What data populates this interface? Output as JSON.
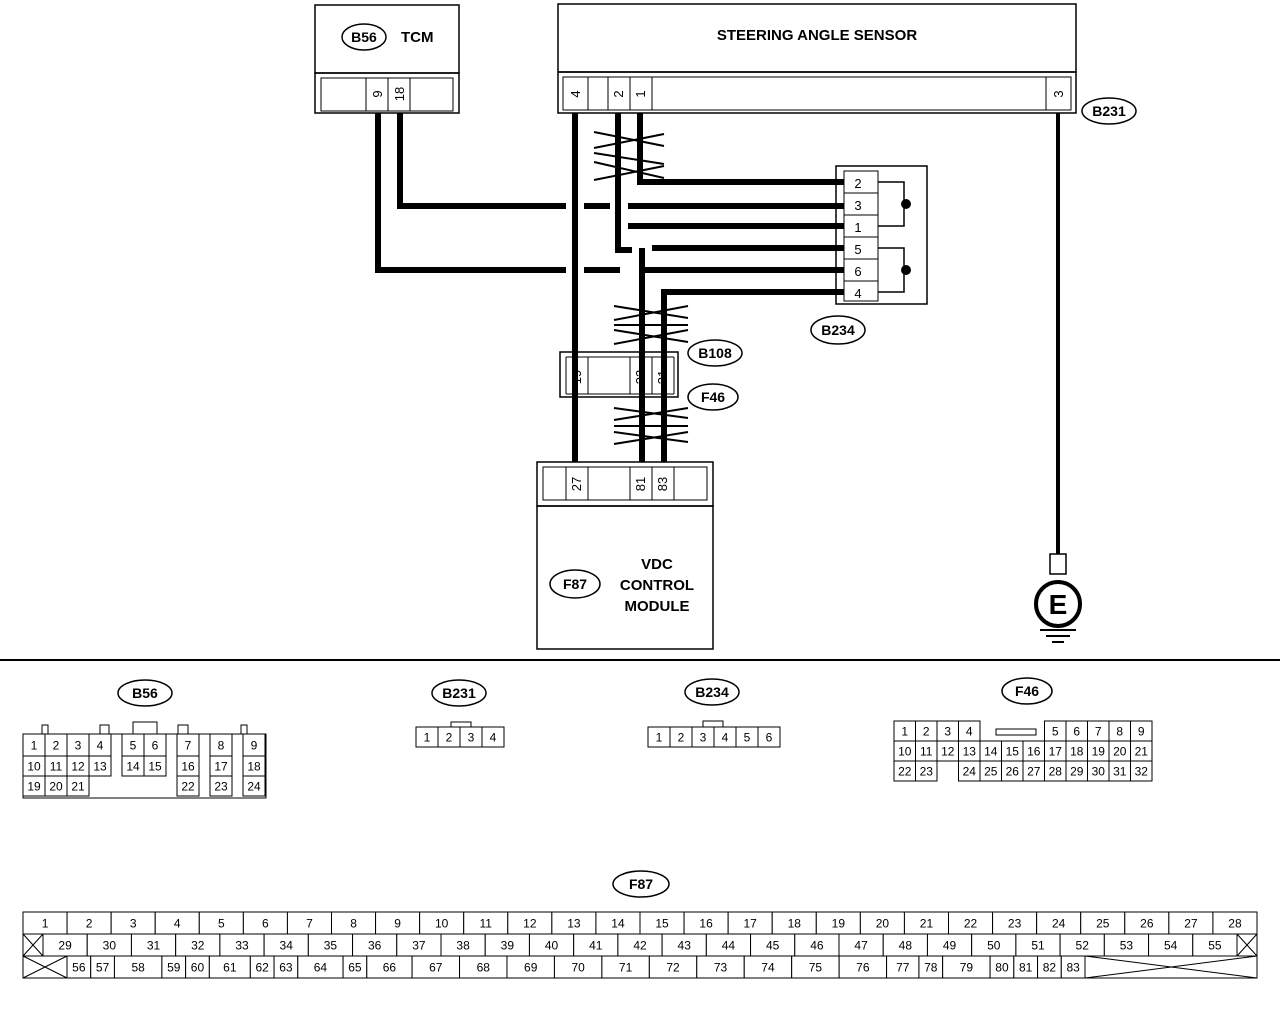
{
  "components": {
    "tcm": {
      "code": "B56",
      "name": "TCM",
      "pins": [
        "9",
        "18"
      ]
    },
    "sensor": {
      "name": "STEERING ANGLE SENSOR",
      "pins": [
        "4",
        "2",
        "1",
        "3"
      ],
      "connector": "B231"
    },
    "b234": {
      "code": "B234",
      "pins": [
        "2",
        "3",
        "1",
        "5",
        "6",
        "4"
      ]
    },
    "b108": {
      "code": "B108",
      "pins": [
        "19",
        "32",
        "31"
      ]
    },
    "f46": {
      "code": "F46"
    },
    "vdc": {
      "code": "F87",
      "line1": "VDC",
      "line2": "CONTROL",
      "line3": "MODULE",
      "pins": [
        "27",
        "81",
        "83"
      ]
    },
    "ground": {
      "symbol": "E"
    }
  },
  "connectors": {
    "b56": {
      "label": "B56",
      "row1": [
        "1",
        "2",
        "3",
        "4",
        "5",
        "6",
        "7",
        "8",
        "9"
      ],
      "row2": [
        "10",
        "11",
        "12",
        "13",
        "14",
        "15",
        "16",
        "17",
        "18"
      ],
      "row3": [
        "19",
        "20",
        "21",
        "22",
        "23",
        "24"
      ]
    },
    "b231": {
      "label": "B231",
      "pins": [
        "1",
        "2",
        "3",
        "4"
      ]
    },
    "b234": {
      "label": "B234",
      "pins": [
        "1",
        "2",
        "3",
        "4",
        "5",
        "6"
      ]
    },
    "f46": {
      "label": "F46",
      "row1": [
        "1",
        "2",
        "3",
        "4",
        "5",
        "6",
        "7",
        "8",
        "9"
      ],
      "row2": [
        "10",
        "11",
        "12",
        "13",
        "14",
        "15",
        "16",
        "17",
        "18",
        "19",
        "20",
        "21"
      ],
      "row3": [
        "22",
        "23",
        "24",
        "25",
        "26",
        "27",
        "28",
        "29",
        "30",
        "31",
        "32"
      ]
    },
    "f87": {
      "label": "F87",
      "row1": [
        "1",
        "2",
        "3",
        "4",
        "5",
        "6",
        "7",
        "8",
        "9",
        "10",
        "11",
        "12",
        "13",
        "14",
        "15",
        "16",
        "17",
        "18",
        "19",
        "20",
        "21",
        "22",
        "23",
        "24",
        "25",
        "26",
        "27",
        "28"
      ],
      "row2": [
        "29",
        "30",
        "31",
        "32",
        "33",
        "34",
        "35",
        "36",
        "37",
        "38",
        "39",
        "40",
        "41",
        "42",
        "43",
        "44",
        "45",
        "46",
        "47",
        "48",
        "49",
        "50",
        "51",
        "52",
        "53",
        "54",
        "55"
      ],
      "row3": [
        "56",
        "57",
        "58",
        "59",
        "60",
        "61",
        "62",
        "63",
        "64",
        "65",
        "66",
        "67",
        "68",
        "69",
        "70",
        "71",
        "72",
        "73",
        "74",
        "75",
        "76",
        "77",
        "78",
        "79",
        "80",
        "81",
        "82",
        "83"
      ]
    }
  }
}
